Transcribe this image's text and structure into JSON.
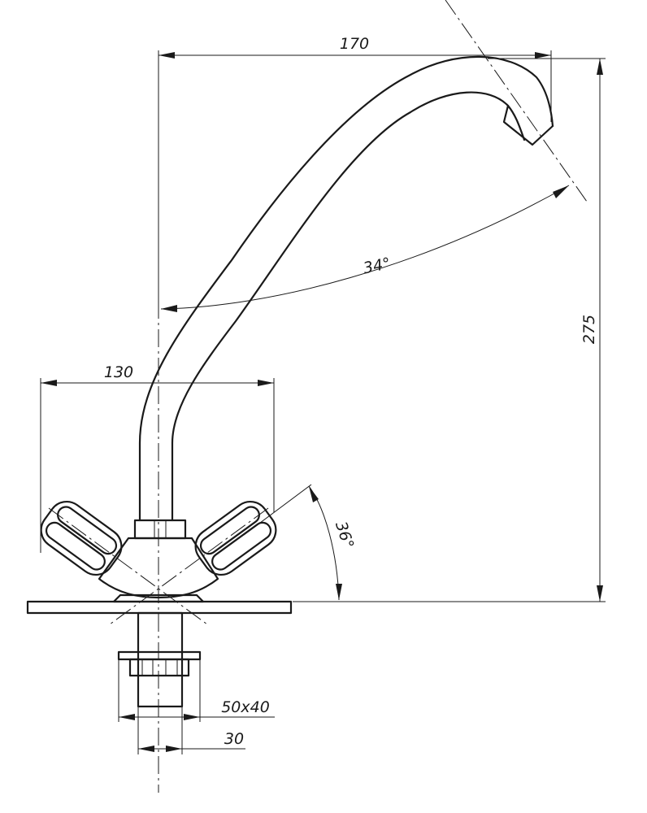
{
  "dimensions": {
    "spout_reach": "170",
    "height": "275",
    "spout_angle": "34°",
    "handle_span": "130",
    "handle_angle": "36°",
    "base_size": "50x40",
    "shank_diameter": "30"
  }
}
